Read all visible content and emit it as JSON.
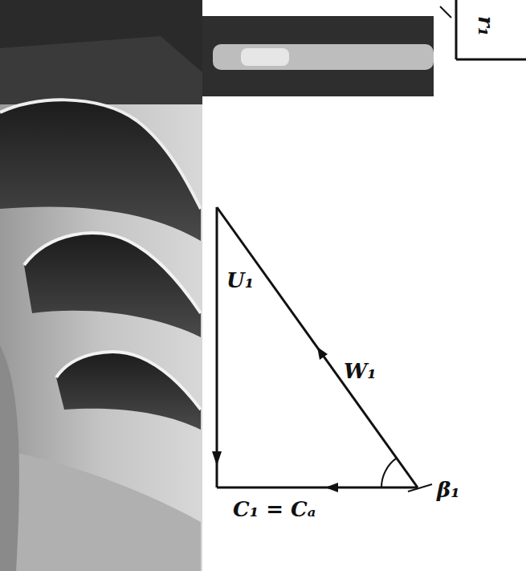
{
  "diagram": {
    "labels": [
      "r₁",
      "U₁",
      "W₁",
      "β₁",
      "C₁ = Cₐ"
    ]
  }
}
